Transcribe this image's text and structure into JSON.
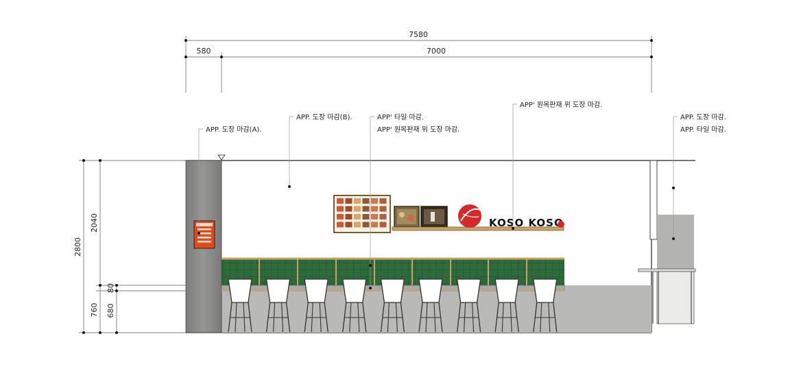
{
  "dimensions": {
    "total_width": "7580",
    "left_width": "580",
    "main_width": "7000",
    "total_height": "2800",
    "upper_height": "2040",
    "counter_gap": "80",
    "lower_height": "760",
    "counter_height": "680"
  },
  "notes": {
    "note_a": "APP. 도장 마감(A).",
    "note_b": "APP. 도장 마감(B).",
    "note_tile": "APP' 타일 마감.",
    "note_wood_paint": "APP' 원목판재 위 도장 마감.",
    "note_wood_paint_top": "APP' 원목판재 위 도장 마감.",
    "note_right_paint": "APP. 도장 마감.",
    "note_right_tile": "APP. 타일 마감."
  },
  "signage": {
    "logo_text": "KOSO KOSO"
  },
  "colors": {
    "pillar": "#8a8a88",
    "tile": "#2f6a3a",
    "counter": "#a8a8a6",
    "floor_band": "#b9b9b7",
    "menu_orange": "#e04a1a",
    "logo_red": "#d42a2a",
    "wood": "#c8a46a"
  },
  "seating": {
    "stool_count": 9
  }
}
